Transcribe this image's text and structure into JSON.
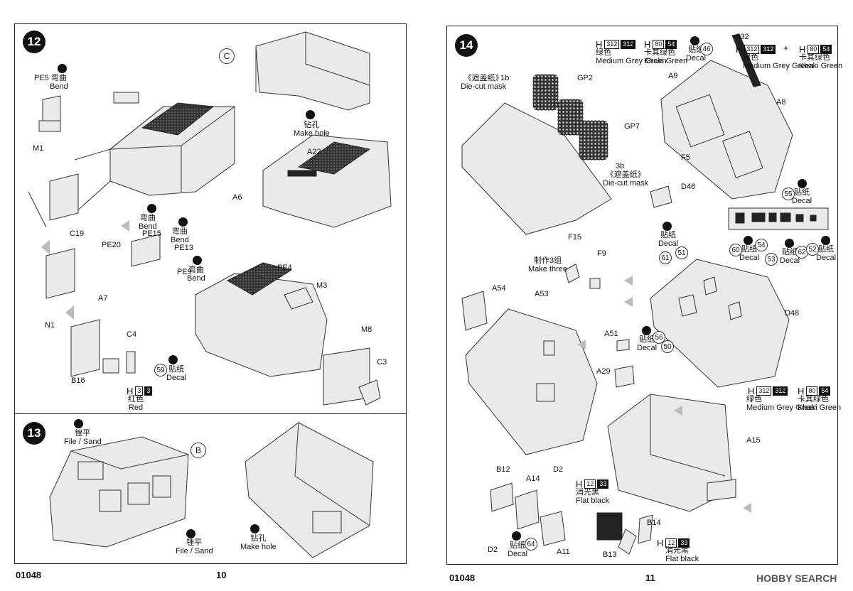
{
  "left_page": {
    "catalog_no": "01048",
    "page_no": "10",
    "step12": {
      "step": "12",
      "callout_c": "C",
      "pe5": "PE5",
      "m1": "M1",
      "c19": "C19",
      "a7": "A7",
      "n1": "N1",
      "b16": "B16",
      "c4": "C4",
      "pe15": "PE15",
      "pe20": "PE20",
      "pe13": "PE13",
      "pe9": "PE9",
      "a6": "A6",
      "a22": "A22",
      "pe4": "PE4",
      "m3": "M3",
      "m8": "M8",
      "c3": "C3",
      "bend_cn": "弯曲",
      "bend_en": "Bend",
      "hole_cn": "钻孔",
      "hole_en": "Make hole",
      "decal_no": "59",
      "decal_cn": "贴纸",
      "decal_en": "Decal",
      "paint_h": "H",
      "paint_code1": "3",
      "paint_code2": "3",
      "paint_cn": "红色",
      "paint_en": "Red"
    },
    "step13": {
      "step": "13",
      "callout_b": "B",
      "file_cn": "锉平",
      "file_en": "File / Sand",
      "hole_cn": "钻孔",
      "hole_en": "Make hole"
    }
  },
  "right_page": {
    "catalog_no": "01048",
    "page_no": "11",
    "step14": {
      "step": "14",
      "paint_a": {
        "h": "H",
        "code1": "312",
        "code2": "312",
        "cn": "绿色",
        "en": "Medium Grey Green"
      },
      "plus": "+",
      "paint_b": {
        "h": "H",
        "code1": "80",
        "code2": "54",
        "cn": "卡其绿色",
        "en": "Khaki Green"
      },
      "paint_black": {
        "h": "H",
        "code1": "12",
        "code2": "33",
        "cn": "消光黑",
        "en": "Flat black"
      },
      "decal_cn": "贴纸",
      "decal_en": "Decal",
      "mask_cn": "《遮盖纸》",
      "mask_en": "Die-cut mask",
      "make_three_cn": "制作3组",
      "make_three_en": "Make three",
      "parts": {
        "a1b": "1b",
        "gp2": "GP2",
        "gp7": "GP7",
        "a3b": "3b",
        "a32": "A32",
        "a9": "A9",
        "a8": "A8",
        "f5": "F5",
        "d46": "D46",
        "f15": "F15",
        "f9": "F9",
        "a54": "A54",
        "a53": "A53",
        "a51": "A51",
        "a29": "A29",
        "d48": "D48",
        "a15": "A15",
        "b12": "B12",
        "a14": "A14",
        "d2a": "D2",
        "d2b": "D2",
        "a11": "A11",
        "b14": "B14",
        "b13": "B13"
      },
      "decals": {
        "d46": "46",
        "d55": "55",
        "d60": "60",
        "d54": "54",
        "d53": "53",
        "d62": "62",
        "d52": "52",
        "d61": "61",
        "d51": "51",
        "d56": "56",
        "d50": "50",
        "d64": "64"
      }
    }
  },
  "watermark": "HOBBY SEARCH",
  "icon_names": [
    "bend-icon",
    "drill-icon",
    "file-icon",
    "decal-icon",
    "arrow-icon"
  ]
}
